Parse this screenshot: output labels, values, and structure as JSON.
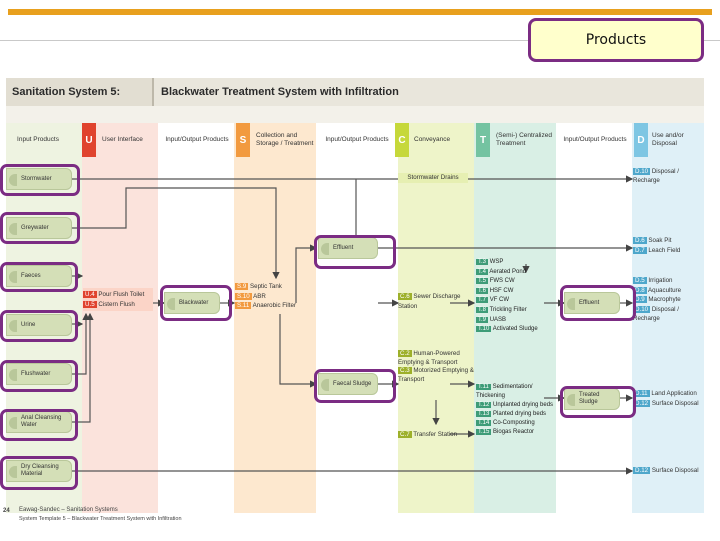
{
  "slide": {
    "callout": "Products",
    "page_number": "24",
    "footer_line1": "Eawag-Sandec – Sanitation Systems",
    "footer_line2": "System Template 5 – Blackwater Treatment System with Infiltration"
  },
  "diagram": {
    "system_label": "Sanitation System 5:",
    "system_title": "Blackwater Treatment System with Infiltration",
    "headers": {
      "input_products": "Input Products",
      "u_badge": "U",
      "u_label": "User Interface",
      "io1": "Input/Output Products",
      "s_badge": "S",
      "s_label": "Collection and Storage / Treatment",
      "io2": "Input/Output Products",
      "c_badge": "C",
      "c_label": "Conveyance",
      "t_badge": "T",
      "t_label": "(Semi-) Centralized Treatment",
      "io3": "Input/Output Products",
      "d_badge": "D",
      "d_label": "Use and/or Disposal"
    },
    "inputs": [
      "Stormwater",
      "Greywater",
      "Faeces",
      "Urine",
      "Flushwater",
      "Anal Cleansing Water",
      "Dry Cleansing Material"
    ],
    "user_interface": [
      {
        "code": "U.4",
        "label": "Pour Flush Toilet"
      },
      {
        "code": "U.5",
        "label": "Cistern Flush"
      }
    ],
    "blackwater": "Blackwater",
    "collection": [
      {
        "code": "S.9",
        "label": "Septic Tank"
      },
      {
        "code": "S.10",
        "label": "ABR"
      },
      {
        "code": "S.11",
        "label": "Anaerobic Filter"
      }
    ],
    "effluent_mid": "Effluent",
    "faecal_sludge": "Faecal Sludge",
    "conveyance": {
      "stormwater_drains": "Stormwater Drains",
      "c6_code": "C.6",
      "c6_label": "Sewer Discharge Station",
      "c2_code": "C.2",
      "c2_label": "Human-Powered Emptying & Transport",
      "c3_code": "C.3",
      "c3_label": "Motorized Emptying & Transport",
      "c7_code": "C.7",
      "c7_label": "Transfer Station"
    },
    "treatment_top": [
      {
        "code": "T.3",
        "label": "WSP"
      },
      {
        "code": "T.4",
        "label": "Aerated Pond"
      },
      {
        "code": "T.5",
        "label": "FWS CW"
      },
      {
        "code": "T.6",
        "label": "HSF CW"
      },
      {
        "code": "T.7",
        "label": "VF CW"
      },
      {
        "code": "T.8",
        "label": "Trickling Filter"
      },
      {
        "code": "T.9",
        "label": "UASB"
      },
      {
        "code": "T.10",
        "label": "Activated Sludge"
      }
    ],
    "treatment_bottom": [
      {
        "code": "T.11",
        "label": "Sedimentation/ Thickening"
      },
      {
        "code": "T.12",
        "label": "Unplanted drying beds"
      },
      {
        "code": "T.13",
        "label": "Planted drying beds"
      },
      {
        "code": "T.14",
        "label": "Co-Composting"
      },
      {
        "code": "T.15",
        "label": "Biogas Reactor"
      }
    ],
    "effluent_out": "Effluent",
    "treated_sludge": "Treated Sludge",
    "disposal": {
      "d10_code": "D.10",
      "d10_label": "Disposal / Recharge",
      "d6_code": "D.6",
      "d6_label": "Soak Pit",
      "d7_code": "D.7",
      "d7_label": "Leach Field",
      "d5_code": "D.5",
      "d5_label": "Irrigation",
      "d8_code": "D.8",
      "d8_label": "Aquaculture",
      "d9_code": "D.9",
      "d9_label": "Macrophyte",
      "d10b_code": "D.10",
      "d10b_label": "Disposal / Recharge",
      "d11_code": "D.11",
      "d11_label": "Land Application",
      "d12_code": "D.12",
      "d12_label": "Surface Disposal",
      "d12b_code": "D.12",
      "d12b_label": "Surface Disposal"
    },
    "colors": {
      "u": "#e0432e",
      "s": "#f29a3f",
      "c": "#c6d83a",
      "t": "#74c3a1",
      "d": "#7ec6e3",
      "purple": "#7b2c83"
    }
  }
}
